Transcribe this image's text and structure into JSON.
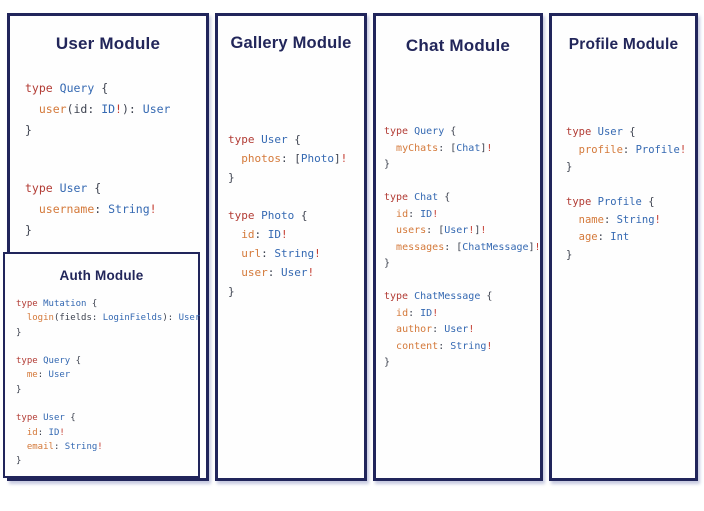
{
  "colors": {
    "border": "#21255b",
    "title": "#22265a",
    "kw": "#b23c35",
    "ty": "#3569b2",
    "fld": "#d4793a",
    "bang": "#c43d31",
    "pn": "#3e4350"
  },
  "panels": [
    {
      "title": "User Module",
      "code_blocks": [
        [
          [
            {
              "t": "type",
              "c": "kw"
            },
            {
              "t": " ",
              "c": "pn"
            },
            {
              "t": "Query",
              "c": "ty"
            },
            {
              "t": " {",
              "c": "pn"
            }
          ],
          [
            {
              "t": "  ",
              "c": "pn"
            },
            {
              "t": "user",
              "c": "fld"
            },
            {
              "t": "(id: ",
              "c": "pn"
            },
            {
              "t": "ID",
              "c": "ty"
            },
            {
              "t": "!",
              "c": "bang"
            },
            {
              "t": "): ",
              "c": "pn"
            },
            {
              "t": "User",
              "c": "ty"
            }
          ],
          [
            {
              "t": "}",
              "c": "pn"
            }
          ]
        ],
        [
          [
            {
              "t": "type",
              "c": "kw"
            },
            {
              "t": " ",
              "c": "pn"
            },
            {
              "t": "User",
              "c": "ty"
            },
            {
              "t": " {",
              "c": "pn"
            }
          ],
          [
            {
              "t": "  ",
              "c": "pn"
            },
            {
              "t": "username",
              "c": "fld"
            },
            {
              "t": ": ",
              "c": "pn"
            },
            {
              "t": "String",
              "c": "ty"
            },
            {
              "t": "!",
              "c": "bang"
            }
          ],
          [
            {
              "t": "}",
              "c": "pn"
            }
          ]
        ]
      ],
      "nested": {
        "title": "Auth Module",
        "code_blocks": [
          [
            [
              {
                "t": "type",
                "c": "kw"
              },
              {
                "t": " ",
                "c": "pn"
              },
              {
                "t": "Mutation",
                "c": "ty"
              },
              {
                "t": " {",
                "c": "pn"
              }
            ],
            [
              {
                "t": "  ",
                "c": "pn"
              },
              {
                "t": "login",
                "c": "fld"
              },
              {
                "t": "(fields: ",
                "c": "pn"
              },
              {
                "t": "LoginFields",
                "c": "ty"
              },
              {
                "t": "): ",
                "c": "pn"
              },
              {
                "t": "User",
                "c": "ty"
              }
            ],
            [
              {
                "t": "}",
                "c": "pn"
              }
            ],
            [],
            [
              {
                "t": "type",
                "c": "kw"
              },
              {
                "t": " ",
                "c": "pn"
              },
              {
                "t": "Query",
                "c": "ty"
              },
              {
                "t": " {",
                "c": "pn"
              }
            ],
            [
              {
                "t": "  ",
                "c": "pn"
              },
              {
                "t": "me",
                "c": "fld"
              },
              {
                "t": ": ",
                "c": "pn"
              },
              {
                "t": "User",
                "c": "ty"
              }
            ],
            [
              {
                "t": "}",
                "c": "pn"
              }
            ],
            [],
            [
              {
                "t": "type",
                "c": "kw"
              },
              {
                "t": " ",
                "c": "pn"
              },
              {
                "t": "User",
                "c": "ty"
              },
              {
                "t": " {",
                "c": "pn"
              }
            ],
            [
              {
                "t": "  ",
                "c": "pn"
              },
              {
                "t": "id",
                "c": "fld"
              },
              {
                "t": ": ",
                "c": "pn"
              },
              {
                "t": "ID",
                "c": "ty"
              },
              {
                "t": "!",
                "c": "bang"
              }
            ],
            [
              {
                "t": "  ",
                "c": "pn"
              },
              {
                "t": "email",
                "c": "fld"
              },
              {
                "t": ": ",
                "c": "pn"
              },
              {
                "t": "String",
                "c": "ty"
              },
              {
                "t": "!",
                "c": "bang"
              }
            ],
            [
              {
                "t": "}",
                "c": "pn"
              }
            ]
          ]
        ]
      }
    },
    {
      "title": "Gallery Module",
      "code_blocks": [
        [
          [
            {
              "t": "type",
              "c": "kw"
            },
            {
              "t": " ",
              "c": "pn"
            },
            {
              "t": "User",
              "c": "ty"
            },
            {
              "t": " {",
              "c": "pn"
            }
          ],
          [
            {
              "t": "  ",
              "c": "pn"
            },
            {
              "t": "photos",
              "c": "fld"
            },
            {
              "t": ": [",
              "c": "pn"
            },
            {
              "t": "Photo",
              "c": "ty"
            },
            {
              "t": "]",
              "c": "pn"
            },
            {
              "t": "!",
              "c": "bang"
            }
          ],
          [
            {
              "t": "}",
              "c": "pn"
            }
          ],
          [],
          [
            {
              "t": "type",
              "c": "kw"
            },
            {
              "t": " ",
              "c": "pn"
            },
            {
              "t": "Photo",
              "c": "ty"
            },
            {
              "t": " {",
              "c": "pn"
            }
          ],
          [
            {
              "t": "  ",
              "c": "pn"
            },
            {
              "t": "id",
              "c": "fld"
            },
            {
              "t": ": ",
              "c": "pn"
            },
            {
              "t": "ID",
              "c": "ty"
            },
            {
              "t": "!",
              "c": "bang"
            }
          ],
          [
            {
              "t": "  ",
              "c": "pn"
            },
            {
              "t": "url",
              "c": "fld"
            },
            {
              "t": ": ",
              "c": "pn"
            },
            {
              "t": "String",
              "c": "ty"
            },
            {
              "t": "!",
              "c": "bang"
            }
          ],
          [
            {
              "t": "  ",
              "c": "pn"
            },
            {
              "t": "user",
              "c": "fld"
            },
            {
              "t": ": ",
              "c": "pn"
            },
            {
              "t": "User",
              "c": "ty"
            },
            {
              "t": "!",
              "c": "bang"
            }
          ],
          [
            {
              "t": "}",
              "c": "pn"
            }
          ]
        ]
      ]
    },
    {
      "title": "Chat Module",
      "code_blocks": [
        [
          [
            {
              "t": "type",
              "c": "kw"
            },
            {
              "t": " ",
              "c": "pn"
            },
            {
              "t": "Query",
              "c": "ty"
            },
            {
              "t": " {",
              "c": "pn"
            }
          ],
          [
            {
              "t": "  ",
              "c": "pn"
            },
            {
              "t": "myChats",
              "c": "fld"
            },
            {
              "t": ": [",
              "c": "pn"
            },
            {
              "t": "Chat",
              "c": "ty"
            },
            {
              "t": "]",
              "c": "pn"
            },
            {
              "t": "!",
              "c": "bang"
            }
          ],
          [
            {
              "t": "}",
              "c": "pn"
            }
          ],
          [],
          [
            {
              "t": "type",
              "c": "kw"
            },
            {
              "t": " ",
              "c": "pn"
            },
            {
              "t": "Chat",
              "c": "ty"
            },
            {
              "t": " {",
              "c": "pn"
            }
          ],
          [
            {
              "t": "  ",
              "c": "pn"
            },
            {
              "t": "id",
              "c": "fld"
            },
            {
              "t": ": ",
              "c": "pn"
            },
            {
              "t": "ID",
              "c": "ty"
            },
            {
              "t": "!",
              "c": "bang"
            }
          ],
          [
            {
              "t": "  ",
              "c": "pn"
            },
            {
              "t": "users",
              "c": "fld"
            },
            {
              "t": ": [",
              "c": "pn"
            },
            {
              "t": "User",
              "c": "ty"
            },
            {
              "t": "!",
              "c": "bang"
            },
            {
              "t": "]",
              "c": "pn"
            },
            {
              "t": "!",
              "c": "bang"
            }
          ],
          [
            {
              "t": "  ",
              "c": "pn"
            },
            {
              "t": "messages",
              "c": "fld"
            },
            {
              "t": ": [",
              "c": "pn"
            },
            {
              "t": "ChatMessage",
              "c": "ty"
            },
            {
              "t": "]",
              "c": "pn"
            },
            {
              "t": "!",
              "c": "bang"
            }
          ],
          [
            {
              "t": "}",
              "c": "pn"
            }
          ],
          [],
          [
            {
              "t": "type",
              "c": "kw"
            },
            {
              "t": " ",
              "c": "pn"
            },
            {
              "t": "ChatMessage",
              "c": "ty"
            },
            {
              "t": " {",
              "c": "pn"
            }
          ],
          [
            {
              "t": "  ",
              "c": "pn"
            },
            {
              "t": "id",
              "c": "fld"
            },
            {
              "t": ": ",
              "c": "pn"
            },
            {
              "t": "ID",
              "c": "ty"
            },
            {
              "t": "!",
              "c": "bang"
            }
          ],
          [
            {
              "t": "  ",
              "c": "pn"
            },
            {
              "t": "author",
              "c": "fld"
            },
            {
              "t": ": ",
              "c": "pn"
            },
            {
              "t": "User",
              "c": "ty"
            },
            {
              "t": "!",
              "c": "bang"
            }
          ],
          [
            {
              "t": "  ",
              "c": "pn"
            },
            {
              "t": "content",
              "c": "fld"
            },
            {
              "t": ": ",
              "c": "pn"
            },
            {
              "t": "String",
              "c": "ty"
            },
            {
              "t": "!",
              "c": "bang"
            }
          ],
          [
            {
              "t": "}",
              "c": "pn"
            }
          ]
        ]
      ]
    },
    {
      "title": "Profile Module",
      "code_blocks": [
        [
          [
            {
              "t": "type",
              "c": "kw"
            },
            {
              "t": " ",
              "c": "pn"
            },
            {
              "t": "User",
              "c": "ty"
            },
            {
              "t": " {",
              "c": "pn"
            }
          ],
          [
            {
              "t": "  ",
              "c": "pn"
            },
            {
              "t": "profile",
              "c": "fld"
            },
            {
              "t": ": ",
              "c": "pn"
            },
            {
              "t": "Profile",
              "c": "ty"
            },
            {
              "t": "!",
              "c": "bang"
            }
          ],
          [
            {
              "t": "}",
              "c": "pn"
            }
          ],
          [],
          [
            {
              "t": "type",
              "c": "kw"
            },
            {
              "t": " ",
              "c": "pn"
            },
            {
              "t": "Profile",
              "c": "ty"
            },
            {
              "t": " {",
              "c": "pn"
            }
          ],
          [
            {
              "t": "  ",
              "c": "pn"
            },
            {
              "t": "name",
              "c": "fld"
            },
            {
              "t": ": ",
              "c": "pn"
            },
            {
              "t": "String",
              "c": "ty"
            },
            {
              "t": "!",
              "c": "bang"
            }
          ],
          [
            {
              "t": "  ",
              "c": "pn"
            },
            {
              "t": "age",
              "c": "fld"
            },
            {
              "t": ": ",
              "c": "pn"
            },
            {
              "t": "Int",
              "c": "ty"
            }
          ],
          [
            {
              "t": "}",
              "c": "pn"
            }
          ]
        ]
      ]
    }
  ]
}
